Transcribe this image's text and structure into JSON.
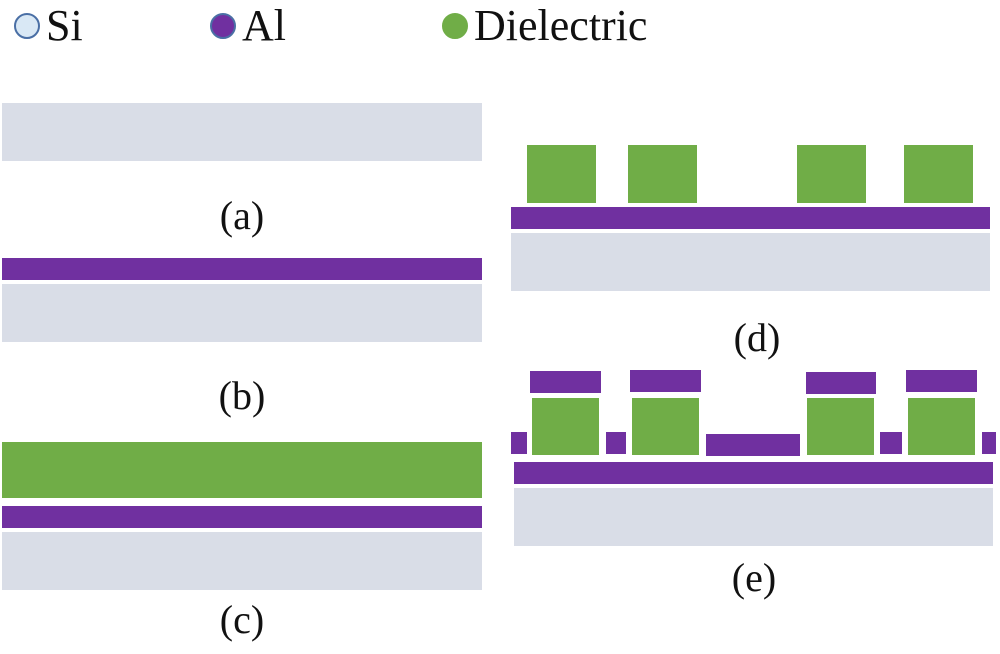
{
  "legend": [
    {
      "label": "Si",
      "color": "#d9e8f5"
    },
    {
      "label": "Al",
      "color": "#7030a0"
    },
    {
      "label": "Dielectric",
      "color": "#70ad47"
    }
  ],
  "colors": {
    "si": "#d9dde7",
    "al": "#7030a0",
    "dielectric": "#70ad47"
  },
  "captions": {
    "a": "(a)",
    "b": "(b)",
    "c": "(c)",
    "d": "(d)",
    "e": "(e)"
  }
}
